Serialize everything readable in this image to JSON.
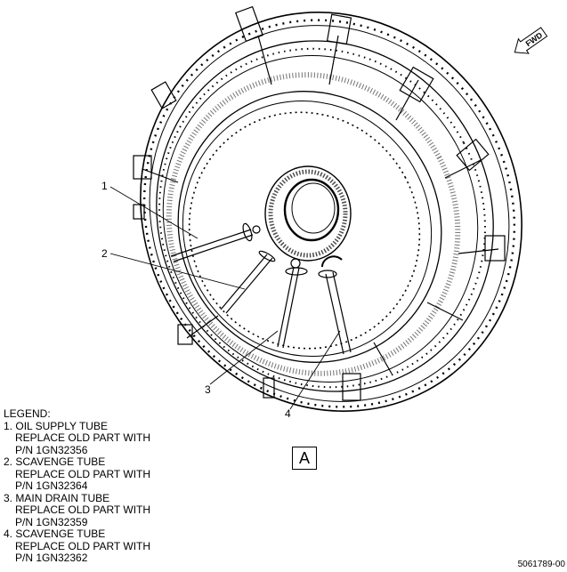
{
  "legend": {
    "heading": "LEGEND:",
    "items": [
      {
        "number": "1.",
        "name": "OIL SUPPLY TUBE",
        "note": "REPLACE OLD PART WITH",
        "part": "P/N 1GN32356"
      },
      {
        "number": "2.",
        "name": "SCAVENGE TUBE",
        "note": "REPLACE OLD PART WITH",
        "part": "P/N 1GN32364"
      },
      {
        "number": "3.",
        "name": "MAIN DRAIN TUBE",
        "note": "REPLACE OLD PART WITH",
        "part": "P/N 1GN32359"
      },
      {
        "number": "4.",
        "name": "SCAVENGE TUBE",
        "note": "REPLACE OLD PART WITH",
        "part": "P/N 1GN32362"
      }
    ]
  },
  "callouts": [
    "1",
    "2",
    "3",
    "4"
  ],
  "view_label": "A",
  "direction_label": "FWD",
  "drawing_number": "5061789-00"
}
